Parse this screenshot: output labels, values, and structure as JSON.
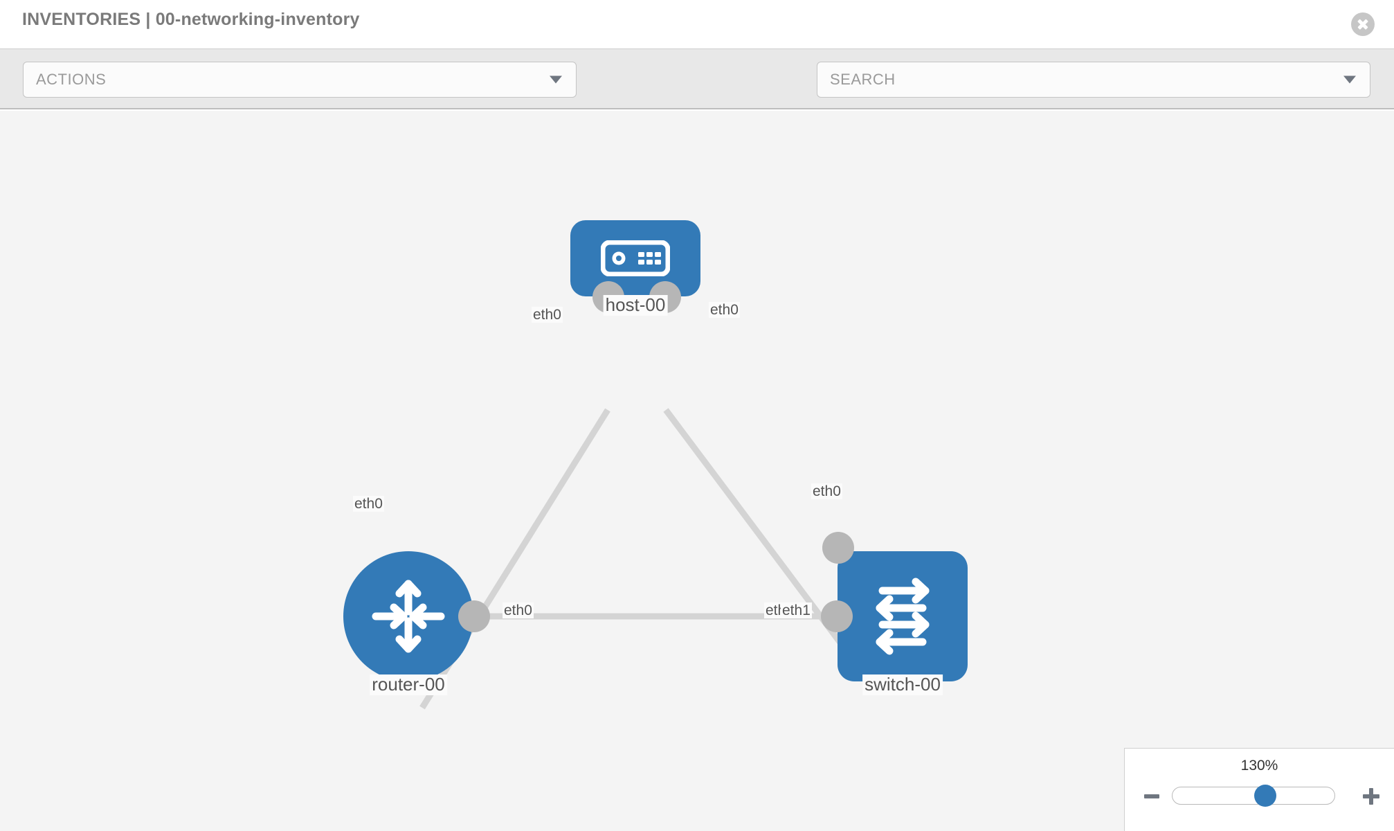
{
  "header": {
    "title": "INVENTORIES | 00-networking-inventory",
    "close_label": "×"
  },
  "toolbar": {
    "actions_label": "ACTIONS",
    "search_placeholder": "SEARCH",
    "wrench_icon": "wrench-icon",
    "key_icon": "key-icon"
  },
  "topology": {
    "nodes": [
      {
        "id": "host",
        "label": "host-00",
        "type": "host"
      },
      {
        "id": "router",
        "label": "router-00",
        "type": "router"
      },
      {
        "id": "switch",
        "label": "switch-00",
        "type": "switch"
      }
    ],
    "links": [
      {
        "from": "host",
        "to": "router",
        "from_iface": "eth0",
        "to_iface": "eth0"
      },
      {
        "from": "host",
        "to": "switch",
        "from_iface": "eth0",
        "to_iface": "eth0"
      },
      {
        "from": "router",
        "to": "switch",
        "from_iface": "eth0",
        "to_iface": "eth1"
      }
    ],
    "interface_labels": {
      "host_left": "eth0",
      "host_right": "eth0",
      "router_up": "eth0",
      "router_right": "eth0",
      "switch_up": "eth0",
      "switch_left_overlap": "eth",
      "switch_left": "eth1"
    }
  },
  "zoom": {
    "percent": "130%",
    "minus_label": "−",
    "plus_label": "+",
    "value": 130,
    "min": 10,
    "max": 220
  },
  "colors": {
    "node_blue": "#337ab7",
    "iface_gray": "#b6b6b6",
    "link_gray": "#d4d4d4",
    "canvas_bg": "#f4f4f4",
    "toolbar_bg": "#e8e8e8"
  }
}
